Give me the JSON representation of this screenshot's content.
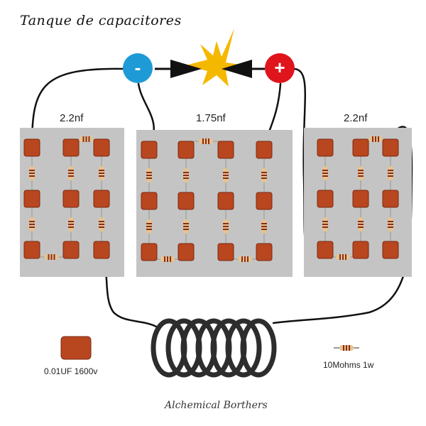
{
  "title": "Tanque de capacitores",
  "terminals": {
    "negative": "-",
    "positive": "+",
    "negative_color": "#1e9ad6",
    "positive_color": "#e0141c"
  },
  "panels": [
    {
      "label": "2.2nf"
    },
    {
      "label": "1.75nf"
    },
    {
      "label": "2.2nf"
    }
  ],
  "legend": {
    "capacitor_label": "0.01UF  1600v",
    "resistor_label": "10Mohms  1w"
  },
  "signature": "Alchemical Borthers",
  "colors": {
    "panel": "#c4c4c4",
    "capacitor": "#b8461f",
    "wire": "#111111",
    "spark": "#f5b800"
  }
}
